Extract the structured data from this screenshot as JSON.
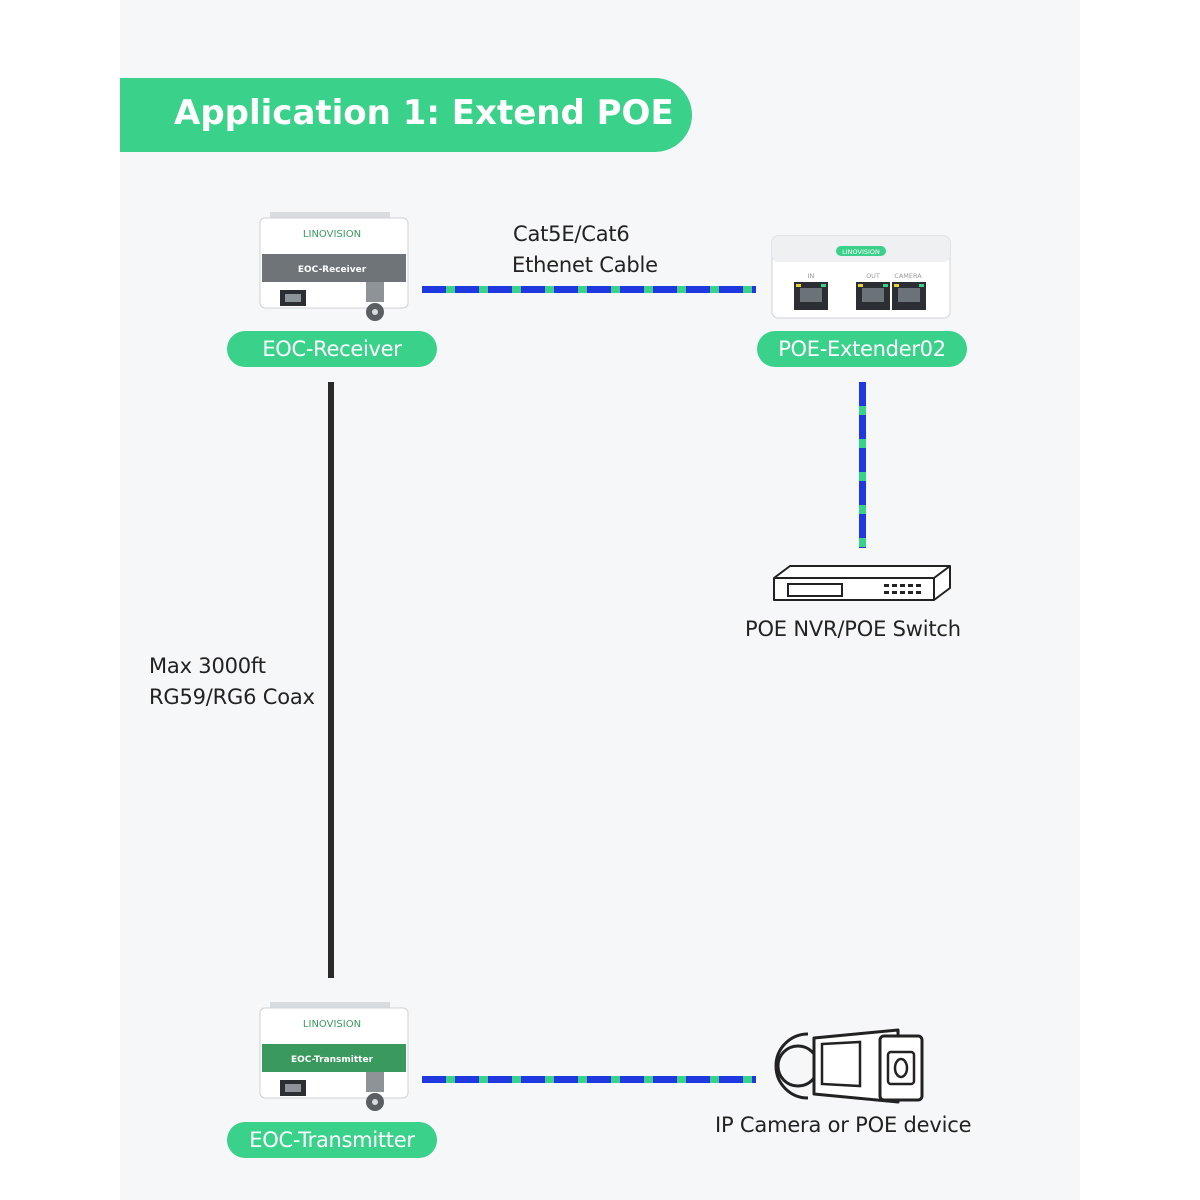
{
  "title": "Application 1: Extend POE",
  "devices": {
    "receiver": {
      "brand": "LINOVISION",
      "panel_label": "EOC-Receiver",
      "name": "EOC-Receiver"
    },
    "extender": {
      "brand": "LINOVISION",
      "port_labels": [
        "IN",
        "OUT",
        "CAMERA"
      ],
      "name": "POE-Extender02"
    },
    "transmitter": {
      "brand": "LINOVISION",
      "panel_label": "EOC-Transmitter",
      "name": "EOC-Transmitter"
    },
    "switch": {
      "name": "POE NVR/POE Switch"
    },
    "camera": {
      "name": "IP Camera or POE device"
    }
  },
  "cables": {
    "ethernet": {
      "line1": "Cat5E/Cat6",
      "line2": "Ethenet Cable"
    },
    "coax": {
      "line1": "Max 3000ft",
      "line2": "RG59/RG6 Coax"
    }
  },
  "colors": {
    "accent_green": "#3ad18a",
    "cable_blue": "#1f38e0",
    "coax_dark": "#2a2a2a",
    "receiver_panel": "#6f7478",
    "transmitter_panel": "#3a9a5e"
  },
  "icons": [
    "bnc-connector-icon",
    "rj45-port-icon",
    "network-switch-icon",
    "bullet-camera-icon"
  ]
}
